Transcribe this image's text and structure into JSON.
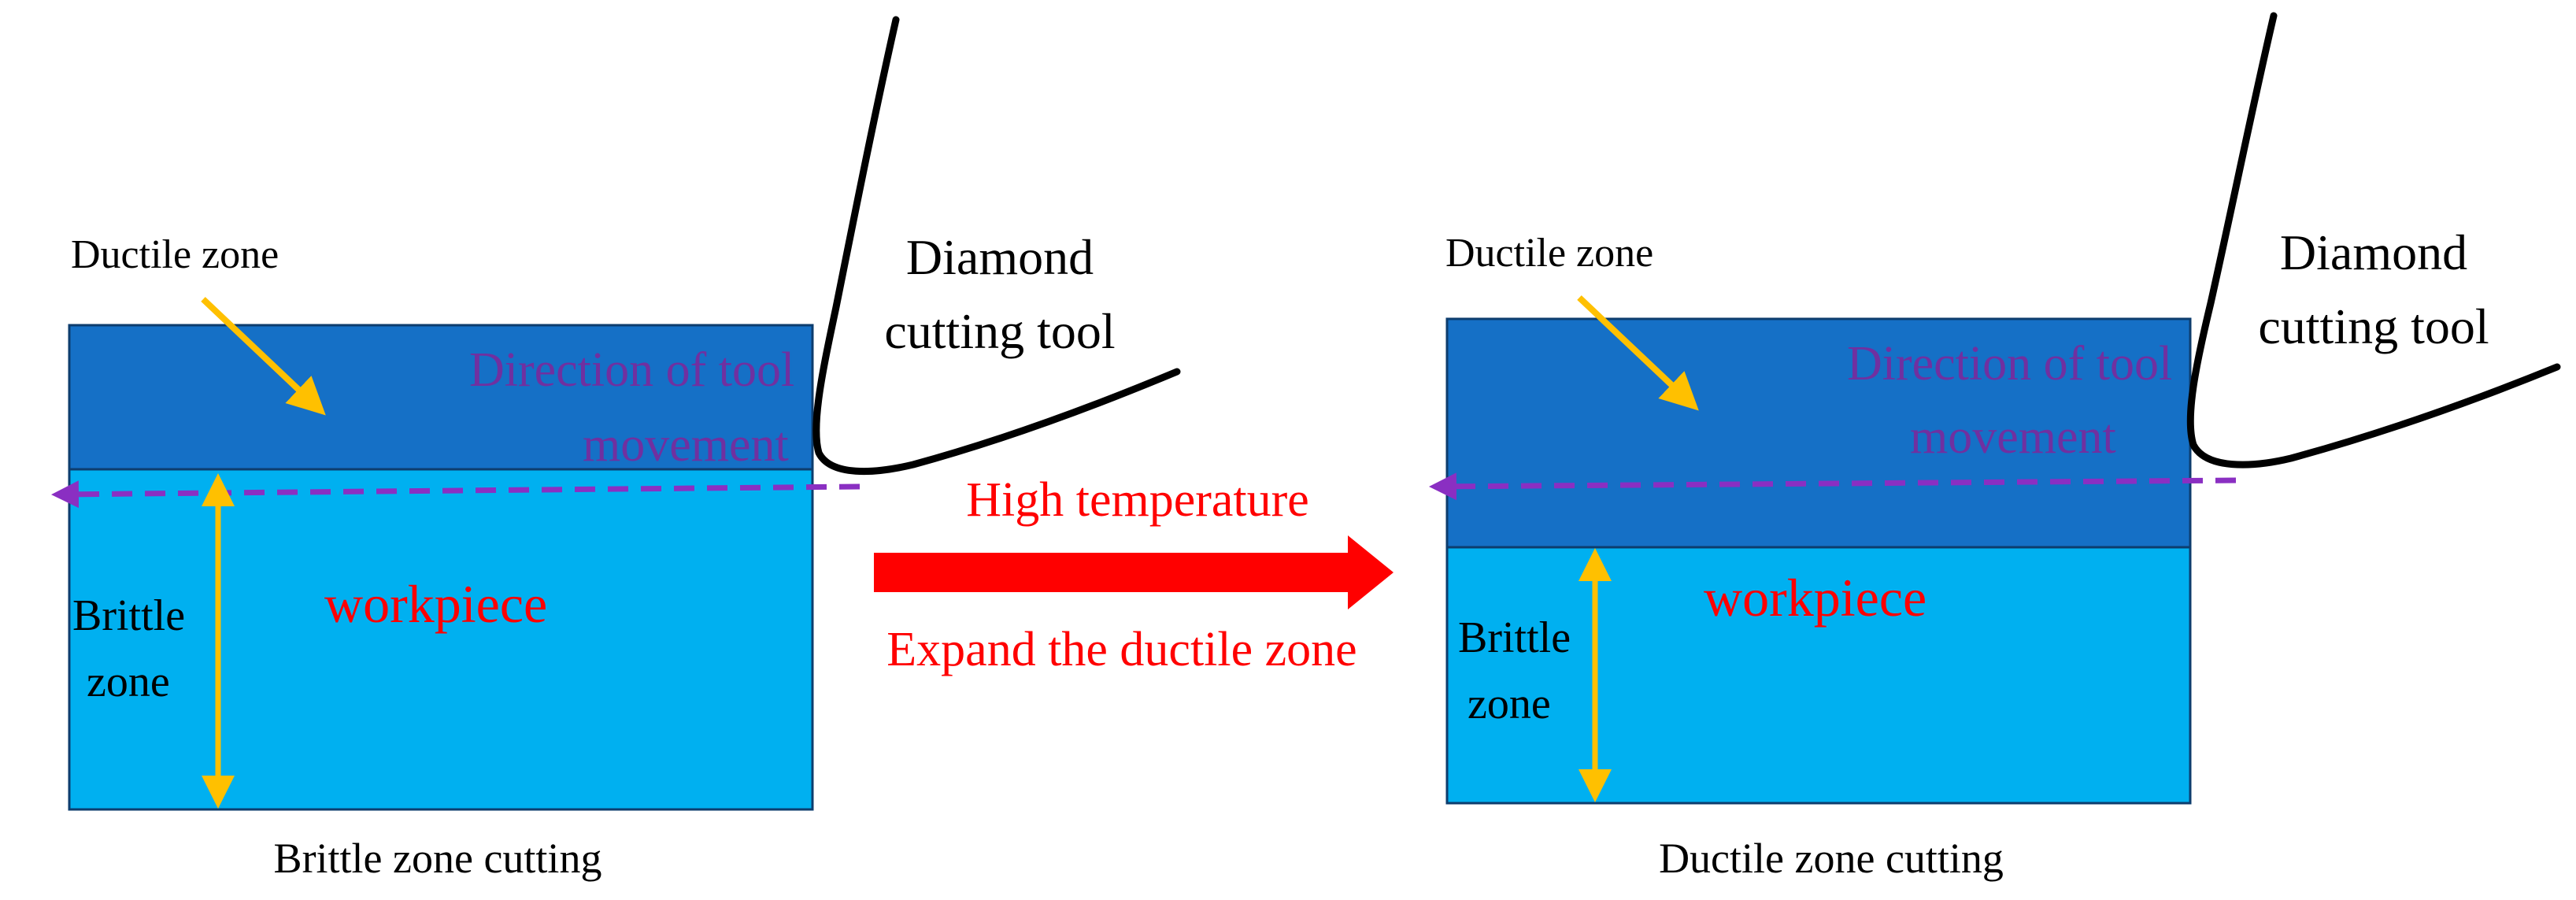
{
  "colors": {
    "ductile_layer": "#1570c6",
    "brittle_layer": "#00b0f0",
    "layer_border": "#0d3d6e",
    "yellow_arrow": "#ffc000",
    "purple_direction": "#8a2fc2",
    "purple_text": "#7030a0",
    "red": "#ff0000",
    "tool": "#000000",
    "text": "#000000"
  },
  "left_panel": {
    "ductile_zone_label": "Ductile zone",
    "tool_label_line1": "Diamond",
    "tool_label_line2": "cutting tool",
    "direction_line1": "Direction of tool",
    "direction_line2": "movement",
    "brittle_zone_line1": "Brittle",
    "brittle_zone_line2": "zone",
    "workpiece_label": "workpiece",
    "caption": "Brittle zone cutting"
  },
  "center": {
    "arrow_text_top": "High temperature",
    "arrow_text_bottom": "Expand the ductile zone"
  },
  "right_panel": {
    "ductile_zone_label": "Ductile zone",
    "tool_label_line1": "Diamond",
    "tool_label_line2": "cutting tool",
    "direction_line1": "Direction of tool",
    "direction_line2": "movement",
    "brittle_zone_line1": "Brittle",
    "brittle_zone_line2": "zone",
    "workpiece_label": "workpiece",
    "caption": "Ductile zone cutting"
  }
}
